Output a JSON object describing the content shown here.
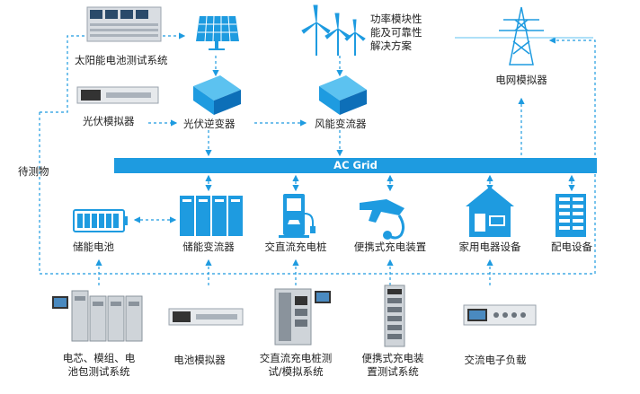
{
  "labels": {
    "battery_cell_test": "太阳能电池测试系统",
    "pv_simulator": "光伏模拟器",
    "pv_inverter": "光伏逆变器",
    "wind_converter": "风能变流器",
    "power_module": "功率模块性\n能及可靠性\n解决方案",
    "grid_simulator": "电网模拟器",
    "dut": "待测物",
    "ac_grid": "AC Grid",
    "energy_battery": "储能电池",
    "energy_converter": "储能变流器",
    "ev_charger": "交直流充电桩",
    "portable_charger": "便携式充电装置",
    "home_appliance": "家用电器设备",
    "power_distribution": "配电设备",
    "cell_module_test": "电芯、模组、电\n池包测试系统",
    "battery_simulator": "电池模拟器",
    "charger_test": "交直流充电桩测\n试/模拟系统",
    "portable_test": "便携式充电装\n置测试系统",
    "ac_load": "交流电子负载"
  },
  "colors": {
    "accent": "#1e9be0",
    "dark_blue": "#0d6fb8",
    "light_blue": "#5cc2f0",
    "equipment": "#9aa3ad"
  }
}
